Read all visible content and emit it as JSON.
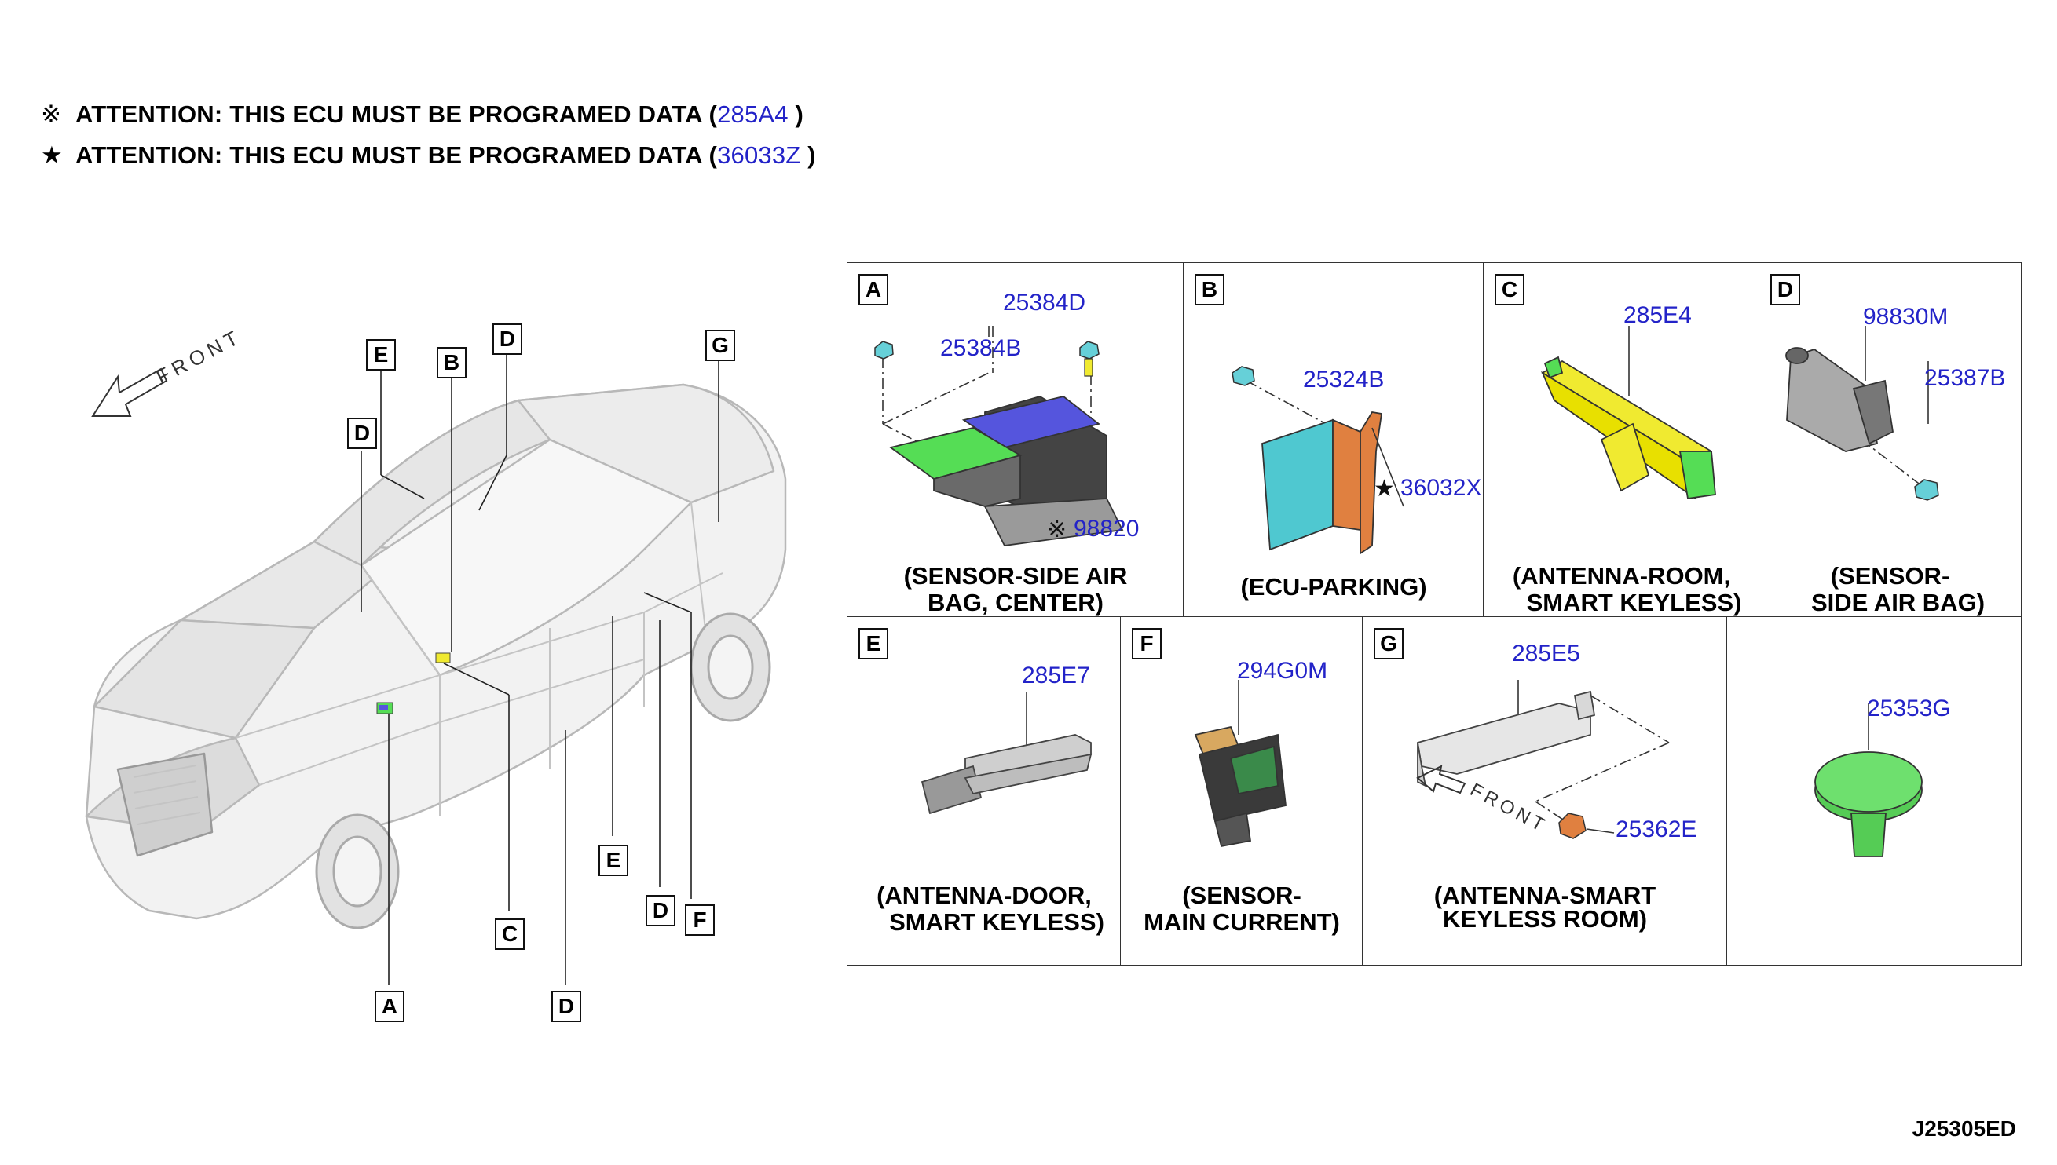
{
  "notes": [
    {
      "symbol": "※",
      "text": "ATTENTION: THIS ECU MUST BE PROGRAMED DATA (",
      "part": "285A4",
      "close": " )"
    },
    {
      "symbol": "★",
      "text": "ATTENTION: THIS ECU MUST BE PROGRAMED DATA (",
      "part": "36033Z",
      "close": " )"
    }
  ],
  "front_label": "FRONT",
  "car_labels": {
    "E_top": "E",
    "B_top": "B",
    "D_top": "D",
    "G_top": "G",
    "D_left": "D",
    "A_bottom": "A",
    "C_bottom": "C",
    "D_bottom": "D",
    "E_bottom": "E",
    "D_bottom2": "D",
    "F_bottom": "F"
  },
  "panels": {
    "A": {
      "letter": "A",
      "parts": [
        "25384D",
        "25384B",
        "98820"
      ],
      "mark": "※",
      "caption": [
        "(SENSOR-SIDE AIR",
        "BAG, CENTER)"
      ]
    },
    "B": {
      "letter": "B",
      "parts": [
        "25324B",
        "36032X"
      ],
      "mark": "★",
      "caption": [
        "(ECU-PARKING)"
      ]
    },
    "C": {
      "letter": "C",
      "parts": [
        "285E4"
      ],
      "caption": [
        "(ANTENNA-ROOM,",
        "SMART KEYLESS)"
      ]
    },
    "D": {
      "letter": "D",
      "parts": [
        "98830M",
        "25387B"
      ],
      "caption": [
        "(SENSOR-",
        "SIDE AIR BAG)"
      ]
    },
    "E": {
      "letter": "E",
      "parts": [
        "285E7"
      ],
      "caption": [
        "(ANTENNA-DOOR,",
        "SMART KEYLESS)"
      ]
    },
    "F": {
      "letter": "F",
      "parts": [
        "294G0M"
      ],
      "caption": [
        "(SENSOR-",
        "MAIN CURRENT)"
      ]
    },
    "G": {
      "letter": "G",
      "parts": [
        "285E5",
        "25362E"
      ],
      "front": "FRONT",
      "caption": [
        "(ANTENNA-SMART",
        "KEYLESS ROOM)"
      ]
    },
    "H": {
      "parts": [
        "25353G"
      ]
    }
  },
  "diagram_ref": "J25305ED",
  "colors": {
    "part_number": "#2323c8",
    "ecu_green": "#55dd55",
    "ecu_blue": "#5555dd",
    "antenna_yellow": "#f0ea30",
    "clip_cyan": "#66d0d8",
    "clip_orange": "#e08040"
  }
}
